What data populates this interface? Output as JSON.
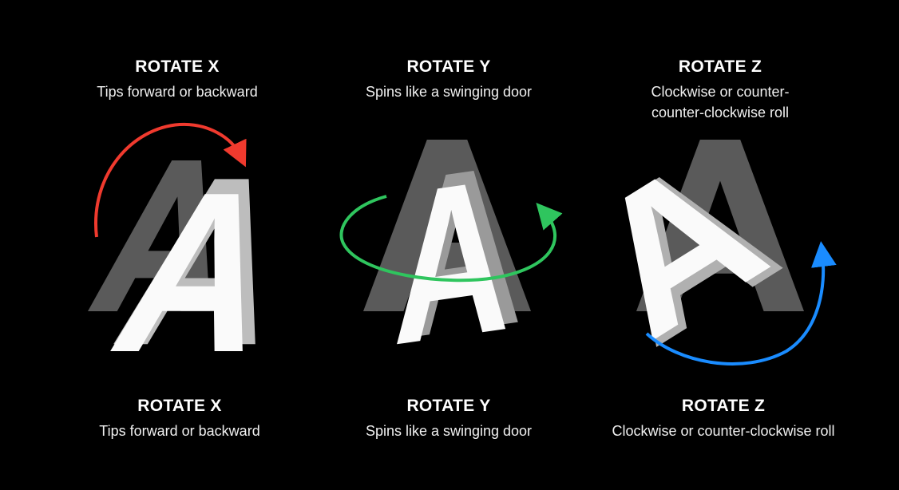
{
  "top_labels": [
    {
      "title": "ROTATE X",
      "subtitle": "Tips forward or backward"
    },
    {
      "title": "ROTATE Y",
      "subtitle": "Spins like a swinging door"
    },
    {
      "title": "ROTATE Z",
      "subtitle": "Clockwise or counter-",
      "subtitle2": "counter-clockwise roll"
    }
  ],
  "bottom_labels": [
    {
      "title": "ROTATE X",
      "subtitle": "Tips forward or backward"
    },
    {
      "title": "ROTATE Y",
      "subtitle": "Spins like a swinging door"
    },
    {
      "title": "ROTATE Z",
      "subtitle": "Clockwise or counter-clockwise roll"
    }
  ],
  "letter": "A",
  "colors": {
    "x_arrow": "#f03a2e",
    "y_arrow": "#2fc55e",
    "z_arrow": "#1a8cff",
    "ghost": "#5a5a5a",
    "letter": "#ffffff"
  }
}
